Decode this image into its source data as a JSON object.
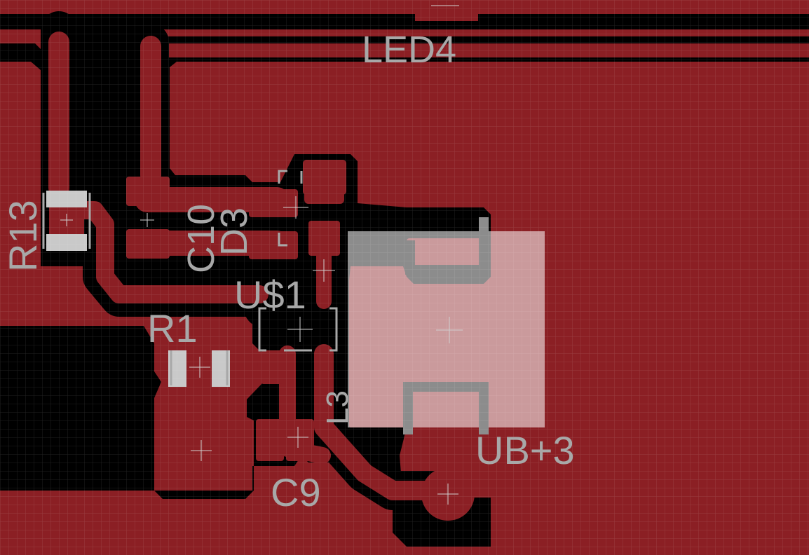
{
  "view": {
    "app": "PCB layout editor",
    "layer": "top copper",
    "colors": {
      "copper": "#8b1f24",
      "clearance": "#000000",
      "silkscreen": "#a8a8a8",
      "pad": "#c9c9c9",
      "grid": "#ffffff"
    }
  },
  "labels": {
    "led4": "LED4",
    "r13": "R13",
    "c10": "C10",
    "d3": "D3",
    "us1": "U$1",
    "r1": "R1",
    "l3": "L3",
    "c9": "C9",
    "ub3": "UB+3"
  }
}
